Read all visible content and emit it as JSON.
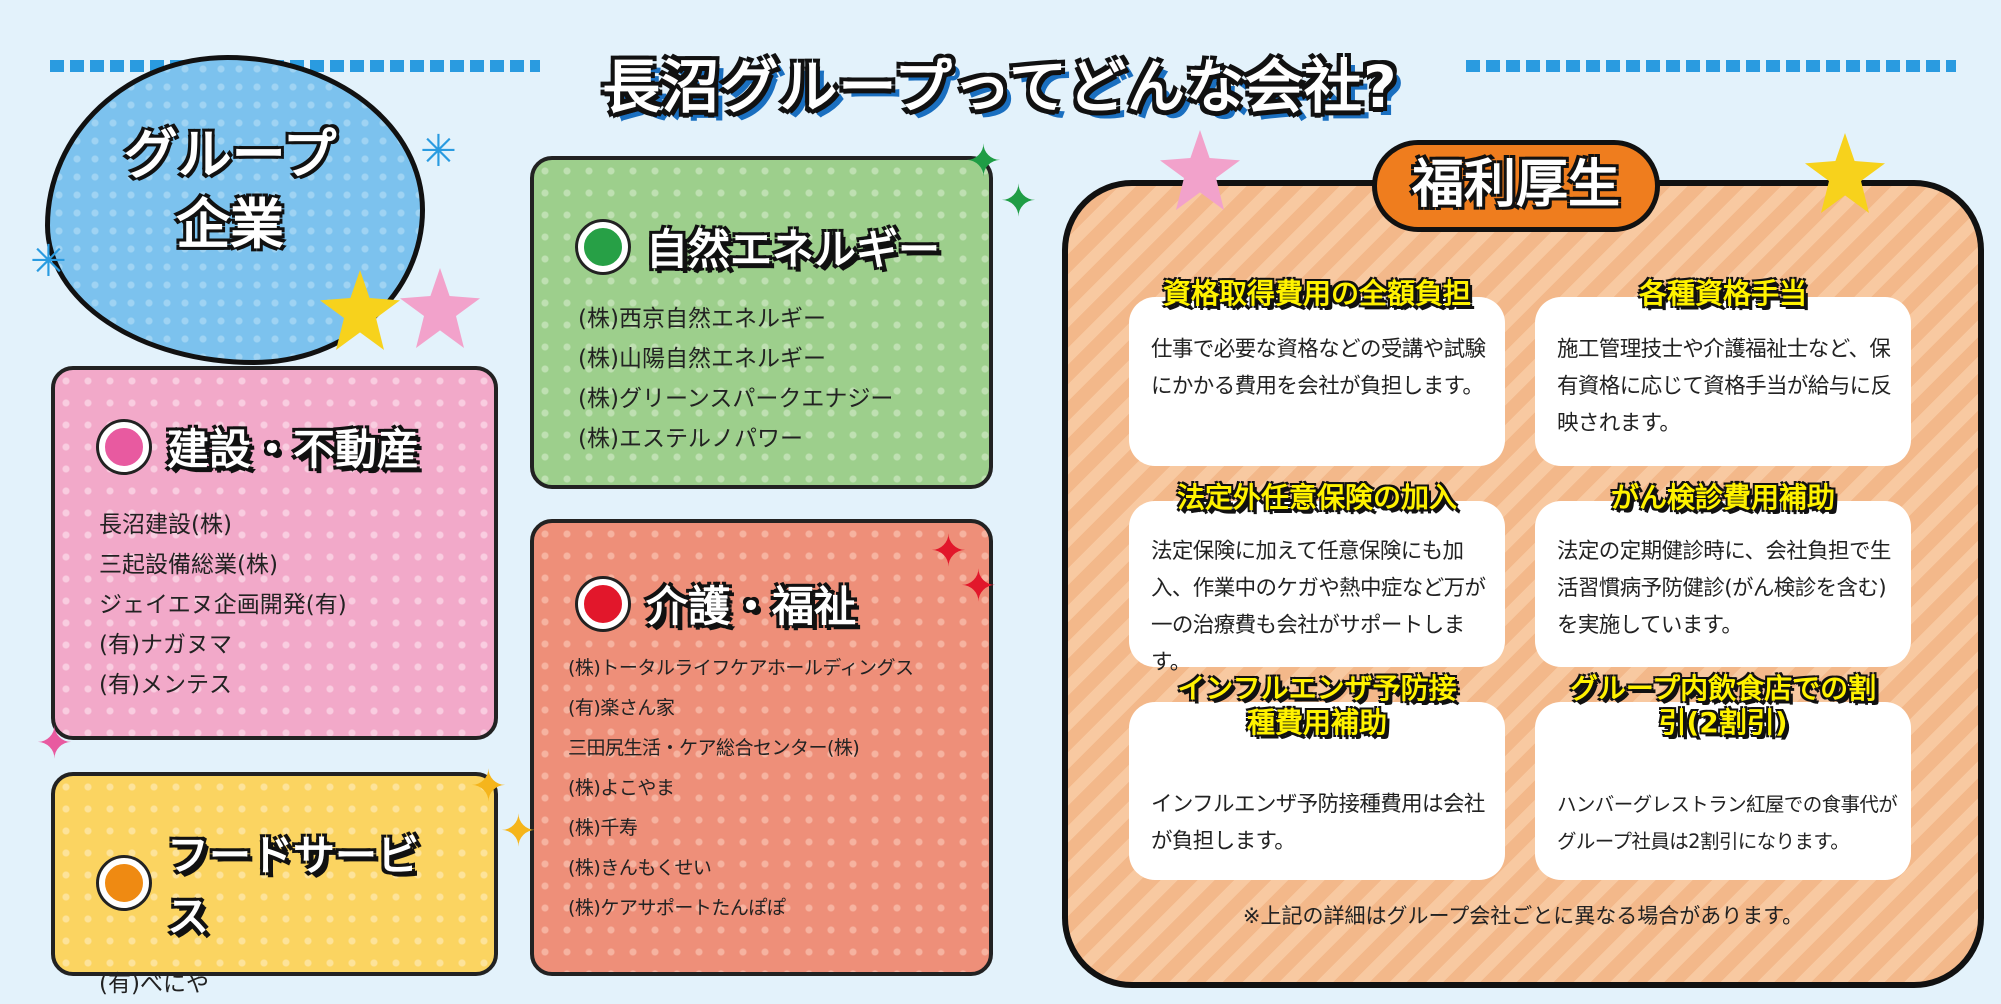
{
  "title": "長沼グループってどんな会社?",
  "group": {
    "heading": [
      "グループ",
      "企業"
    ]
  },
  "categories": {
    "construction": {
      "label": "建設・不動産",
      "color": "#e85aa0",
      "companies": [
        "長沼建設(株)",
        "三起設備総業(株)",
        "ジェイエヌ企画開発(有)",
        "(有)ナガヌマ",
        "(有)メンテス"
      ]
    },
    "food": {
      "label": "フードサービス",
      "color": "#ef8a12",
      "companies": [
        "(有)べにや"
      ]
    },
    "energy": {
      "label": "自然エネルギー",
      "color": "#27a046",
      "companies": [
        "(株)西京自然エネルギー",
        "(株)山陽自然エネルギー",
        "(株)グリーンスパークエナジー",
        "(株)エステルノパワー"
      ]
    },
    "care": {
      "label": "介護・福祉",
      "color": "#e2172b",
      "companies": [
        "(株)トータルライフケアホールディングス",
        "(有)楽さん家",
        "三田尻生活・ケア総合センター(株)",
        "(株)よこやま",
        "(株)千寿",
        "(株)きんもくせい",
        "(株)ケアサポートたんぽぽ"
      ]
    }
  },
  "welfare": {
    "heading": "福利厚生",
    "items": [
      {
        "title": "資格取得費用の全額負担",
        "body": "仕事で必要な資格などの受講や試験にかかる費用を会社が負担します。"
      },
      {
        "title": "各種資格手当",
        "body": "施工管理技士や介護福祉士など、保有資格に応じて資格手当が給与に反映されます。"
      },
      {
        "title": "法定外任意保険の加入",
        "body": "法定保険に加えて任意保険にも加入、作業中のケガや熱中症など万が一の治療費も会社がサポートします。"
      },
      {
        "title": "がん検診費用補助",
        "body": "法定の定期健診時に、会社負担で生活習慣病予防健診(がん検診を含む)を実施しています。"
      },
      {
        "title": "インフルエンザ予防接種費用補助",
        "body": "インフルエンザ予防接種費用は会社が負担します。"
      },
      {
        "title": "グループ内飲食店での割引(2割引)",
        "body": "ハンバーグレストラン紅屋での食事代がグループ社員は2割引になります。"
      }
    ],
    "note": "※上記の詳細はグループ会社ごとに異なる場合があります。"
  }
}
